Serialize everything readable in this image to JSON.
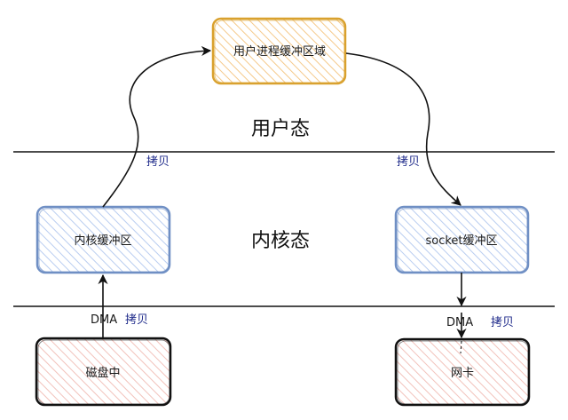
{
  "diagram": {
    "zones": {
      "user": "用户态",
      "kernel": "内核态"
    },
    "nodes": {
      "user_buffer": {
        "label": "用户进程缓冲区域",
        "stroke": "#d9a12e",
        "fill": "#f7d9a8"
      },
      "kernel_buffer": {
        "label": "内核缓冲区",
        "stroke": "#6f8fc4",
        "fill": "#c8d8f2"
      },
      "socket_buffer": {
        "label": "socket缓冲区",
        "stroke": "#6f8fc4",
        "fill": "#c8d8f2"
      },
      "disk": {
        "label": "磁盘中",
        "stroke": "#111111",
        "fill": "#f3c6c0"
      },
      "nic": {
        "label": "网卡",
        "stroke": "#111111",
        "fill": "#f3c6c0"
      }
    },
    "edges": {
      "kernel_to_user": {
        "label": "拷贝"
      },
      "user_to_socket": {
        "label": "拷贝"
      },
      "disk_to_kernel": {
        "dma": "DMA",
        "label": "拷贝"
      },
      "socket_to_nic": {
        "dma": "DMA",
        "label": "拷贝"
      }
    },
    "colors": {
      "copy_text": "#1e2a8a",
      "line": "#111111"
    }
  }
}
